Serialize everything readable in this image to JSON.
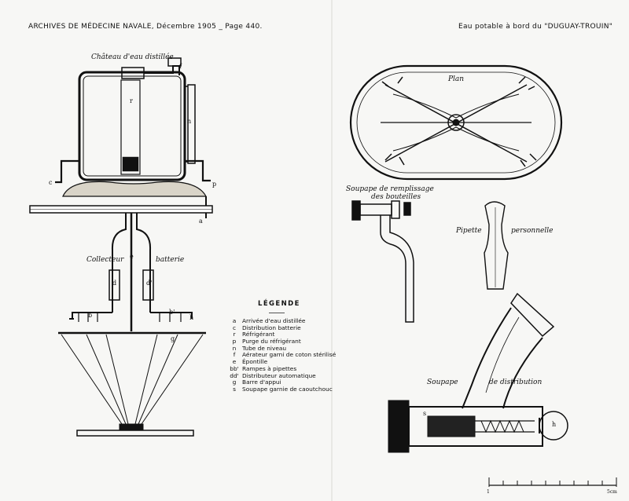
{
  "header": {
    "left": "ARCHIVES DE MÉDECINE NAVALE, Décembre 1905 _ Page 440.",
    "right": "Eau potable à bord du \"DUGUAY-TROUIN\""
  },
  "figures": {
    "chateau": "Château d'eau distillée",
    "collecteur_left": "Collecteur",
    "collecteur_right": "batterie",
    "plan": "Plan",
    "soupape_remplissage_1": "Soupape de remplissage",
    "soupape_remplissage_2": "des bouteilles",
    "pipette_left": "Pipette",
    "pipette_right": "personnelle",
    "soupape_dist_left": "Soupape",
    "soupape_dist_right": "de distribution"
  },
  "letters": {
    "a": "a",
    "c": "c",
    "f": "f",
    "r": "r",
    "n": "n",
    "p": "p",
    "e": "e",
    "d": "d",
    "d_prime": "d'",
    "b": "b",
    "b_prime": "b'",
    "h": "h",
    "g": "g",
    "s": "s",
    "h2": "h"
  },
  "legend": {
    "title": "LÉGENDE",
    "items": [
      {
        "key": "a",
        "text": "Arrivée d'eau distillée"
      },
      {
        "key": "c",
        "text": "Distribution batterie"
      },
      {
        "key": "r",
        "text": "Réfrigérant"
      },
      {
        "key": "p",
        "text": "Purge du réfrigérant"
      },
      {
        "key": "n",
        "text": "Tube de niveau"
      },
      {
        "key": "f",
        "text": "Aérateur garni de coton stérilisé"
      },
      {
        "key": "e",
        "text": "Épontille"
      },
      {
        "key": "bb'",
        "text": "Rampes à pipettes"
      },
      {
        "key": "dd'",
        "text": "Distributeur automatique"
      },
      {
        "key": "g",
        "text": "Barre d'appui"
      },
      {
        "key": "s",
        "text": "Soupape garnie de caoutchouc"
      }
    ]
  },
  "scale_bar": {
    "label_left": "1",
    "label_right": "5cm"
  }
}
